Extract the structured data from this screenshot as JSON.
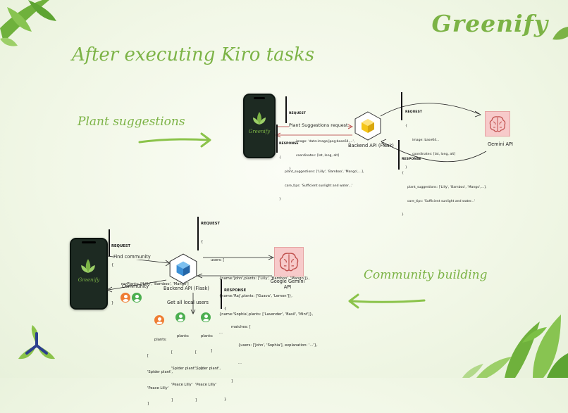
{
  "brand": "Greenify",
  "heading": "After executing Kiro tasks",
  "sections": {
    "plant": "Plant suggestions",
    "community": "Community building"
  },
  "phone_title": "Greenify",
  "top": {
    "req1": [
      "REQUEST",
      "{",
      "image: 'data:image/jpeg;base64,...',",
      "coordinates: [lat, long, alt]",
      "}"
    ],
    "res1": [
      "RESPONSE",
      "{",
      "plant_suggestions: ['Lilly', 'Bamboo', 'Mango',...],",
      "care_tips: 'Sufficient sunlight and water...'",
      "}"
    ],
    "req2": [
      "REQUEST",
      "{",
      "image: base64...",
      "coordinates: [lat, long, alt]",
      "}"
    ],
    "res2": [
      "RESPONSE",
      "{",
      "plant_suggestions: ['Lilly', 'Bamboo', 'Mango',...],",
      "care_tips: 'Sufficient sunlight and water...'",
      "}"
    ],
    "arrow_label": "Plant Suggestions request",
    "backend": "Backend API (Flask)",
    "gemini": "Gemini API"
  },
  "bottom": {
    "req_left": [
      "REQUEST",
      "{",
      "myPlants: ['Lilly', 'Bamboo', 'Mango']",
      "}"
    ],
    "req_top": [
      "REQUEST",
      "{",
      "users: [",
      "{name:'John',plants: ['Lilly', 'Bamboo', 'Mango']},",
      "{name:'Raj',plants: ['Guava', 'Lemon']},",
      "{name:'Sophia',plants: ['Lavender', 'Basil', 'Mint']},",
      "...",
      "]",
      "}"
    ],
    "response": [
      "RESPONSE",
      "{",
      "matches: [",
      "{users: ['John', 'Sophia'], explanation: '...'},",
      "...",
      "]",
      "}"
    ],
    "find_community": "Find community",
    "community": "Community",
    "backend": "Backend API (Flask)",
    "gemini": "Google Gemini API",
    "get_users": "Get all local users",
    "users": [
      {
        "label": "plants:",
        "lines": [
          "[",
          "'Spider plant',",
          "'Peace Lilly'",
          "]"
        ],
        "color": "#ef7d33"
      },
      {
        "label": "plants:",
        "lines": [
          "[",
          "'Spider plant',",
          "'Peace Lilly'",
          "]"
        ],
        "color": "#4caf50"
      },
      {
        "label": "plants:",
        "lines": [
          "[",
          "'Spider plant',",
          "'Peace Lilly'",
          "]"
        ],
        "color": "#4caf50"
      }
    ]
  },
  "colors": {
    "accent": "#7cb346",
    "arrow_red": "#b03030",
    "cube": "#f5c518",
    "cube_blue": "#3b8fd6",
    "gemini_bg": "#f7caca"
  }
}
